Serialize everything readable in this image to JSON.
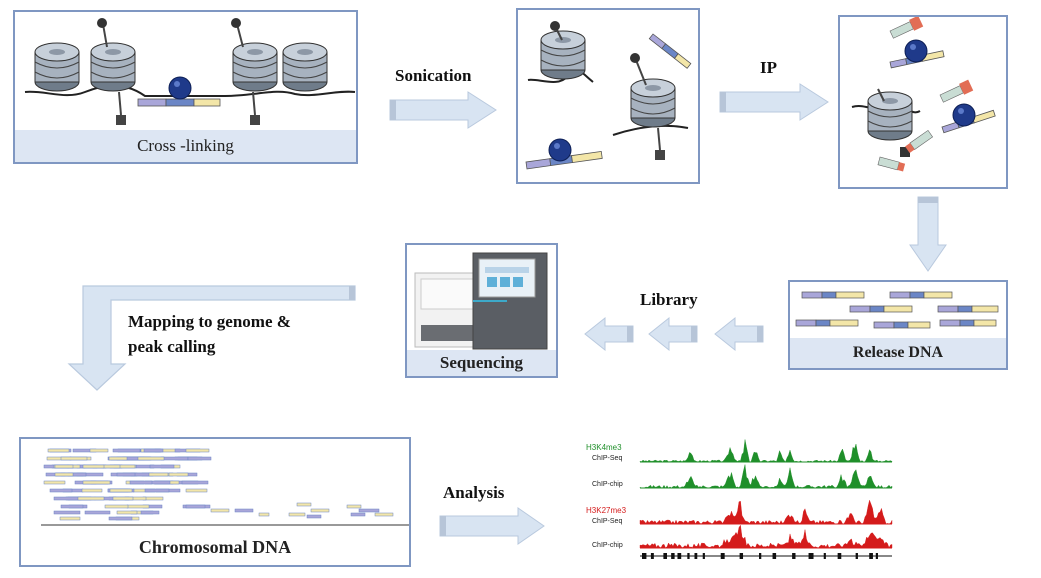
{
  "steps": {
    "crosslinking": "Cross -linking",
    "sonication": "Sonication",
    "ip": "IP",
    "release": "Release DNA",
    "library": "Library",
    "sequencing": "Sequencing",
    "mapping_line1": "Mapping  to genome &",
    "mapping_line2": "peak calling",
    "chromosomal": "Chromosomal DNA",
    "analysis": "Analysis"
  },
  "tracks": {
    "h3k4me3": "H3K4me3",
    "h3k27me3": "H3K27me3",
    "seq1": "ChIP-Seq",
    "chip1": "ChIP-chip",
    "seq2": "ChIP-Seq",
    "chip2": "ChIP-chip"
  },
  "colors": {
    "panel_border": "#7f97c2",
    "caption_bg": "#dde6f3",
    "arrow_fill": "#d8e4f2",
    "nucleosome": "#9aa6b3",
    "protein_blue": "#1f3a8a",
    "dna_purple": "#a9a6d9",
    "dna_yellow": "#f3e6a8",
    "green_track": "#1f8f2a",
    "red_track": "#d41b1b"
  }
}
